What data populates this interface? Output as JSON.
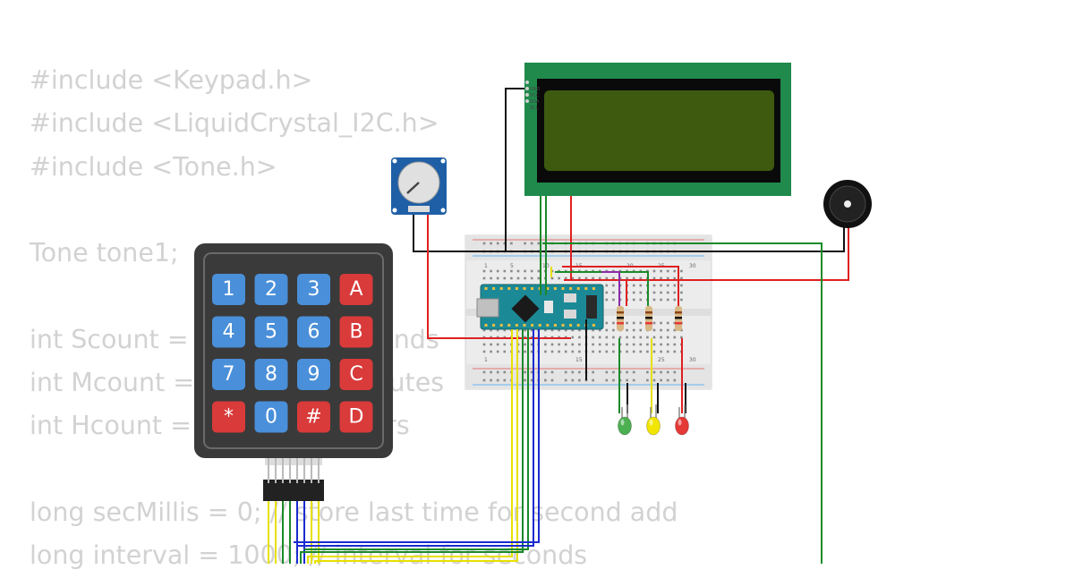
{
  "code_lines": [
    "#include <Keypad.h>",
    "#include <LiquidCrystal_I2C.h>",
    "#include <Tone.h>",
    "",
    "Tone tone1;",
    "",
    "int Scount = 0; // count seconds",
    "int Mcount = 0; // count minutes",
    "int Hcount = 0; // count hours",
    "",
    "long secMillis = 0; // store last time for second add",
    "long interval = 1000; // interval for seconds"
  ],
  "keypad": {
    "keys": [
      {
        "label": "1",
        "type": "number"
      },
      {
        "label": "2",
        "type": "number"
      },
      {
        "label": "3",
        "type": "number"
      },
      {
        "label": "A",
        "type": "letter"
      },
      {
        "label": "4",
        "type": "number"
      },
      {
        "label": "5",
        "type": "number"
      },
      {
        "label": "6",
        "type": "number"
      },
      {
        "label": "B",
        "type": "letter"
      },
      {
        "label": "7",
        "type": "number"
      },
      {
        "label": "8",
        "type": "number"
      },
      {
        "label": "9",
        "type": "number"
      },
      {
        "label": "C",
        "type": "letter"
      },
      {
        "label": "*",
        "type": "symbol"
      },
      {
        "label": "0",
        "type": "number"
      },
      {
        "label": "#",
        "type": "symbol"
      },
      {
        "label": "D",
        "type": "letter"
      }
    ]
  },
  "lcd": {
    "pin_labels": [
      "GND",
      "VCC",
      "SDA",
      "SCL"
    ]
  },
  "breadboard": {
    "column_numbers": [
      "1",
      "5",
      "10",
      "15",
      "20",
      "25",
      "30"
    ]
  },
  "leds": [
    {
      "name": "green",
      "color": "#4caf50"
    },
    {
      "name": "yellow",
      "color": "#f2e600"
    },
    {
      "name": "red",
      "color": "#e53935"
    }
  ],
  "colors": {
    "code_text": "#d2d2d2",
    "keypad_body": "#3a3a3a",
    "key_number": "#4a8fd9",
    "key_letter": "#d93a3a",
    "lcd_board": "#1f8a4c",
    "lcd_screen": "#3d5a0f",
    "arduino_board": "#1c8a96",
    "wire_black": "#111111",
    "wire_red": "#e02020",
    "wire_green": "#1a8a2a",
    "wire_yellow": "#e8e000",
    "wire_blue": "#1a2ad0",
    "wire_purple": "#8a2aa8"
  }
}
